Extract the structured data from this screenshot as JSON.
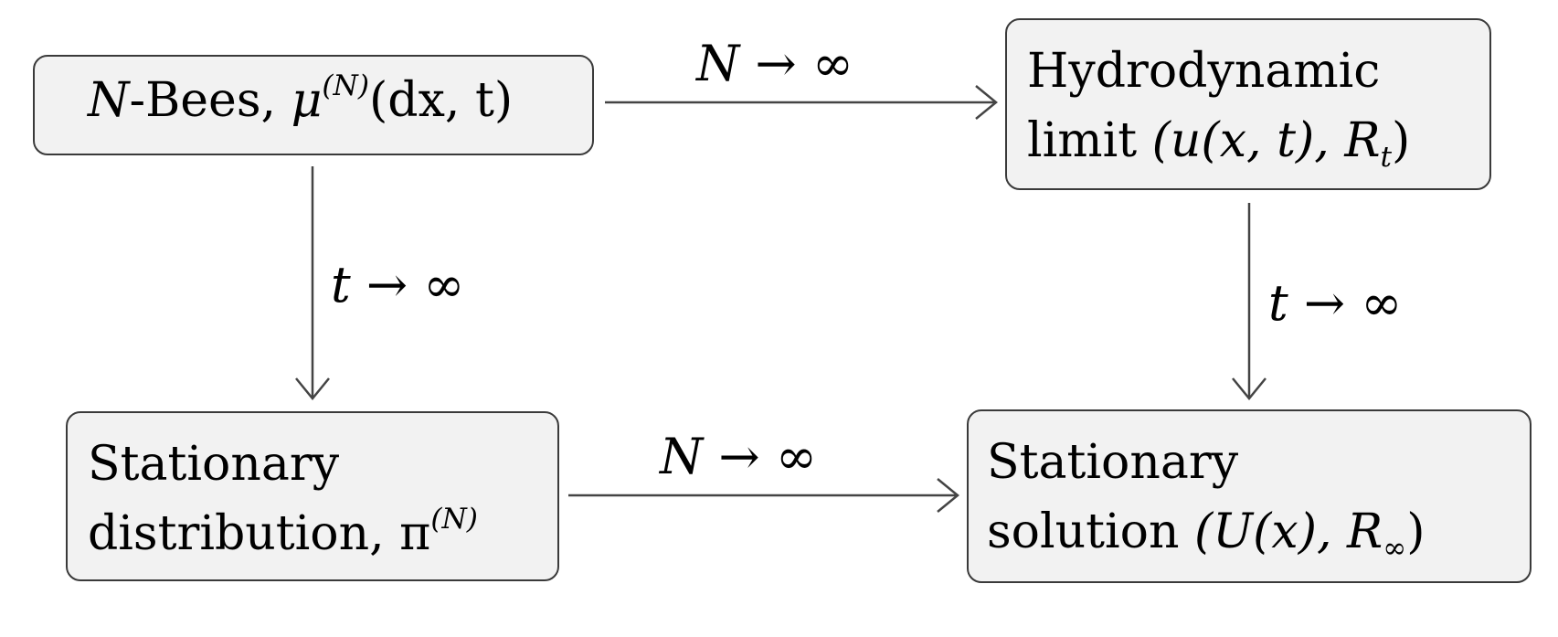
{
  "nodes": {
    "nbees": {
      "text_pre": "N",
      "text_mid": "-Bees, ",
      "mu": "μ",
      "mu_sup": "(N)",
      "mu_args": "(dx, t)"
    },
    "hydro": {
      "line1": "Hydrodynamic",
      "line2_pre": "limit ",
      "line2_expr": "(u(x, t), R",
      "line2_sub": "t",
      "line2_end": ")"
    },
    "stat_dist": {
      "line1": "Stationary",
      "line2_pre": "distribution, ",
      "pi": "π",
      "pi_sup": "(N)"
    },
    "stat_sol": {
      "line1": "Stationary",
      "line2_pre": "solution ",
      "line2_expr": "(U(x), R",
      "line2_sub": "∞",
      "line2_end": ")"
    }
  },
  "edges": {
    "top": "N → ∞",
    "bottom": "N → ∞",
    "left": "t → ∞",
    "right": "t → ∞"
  }
}
